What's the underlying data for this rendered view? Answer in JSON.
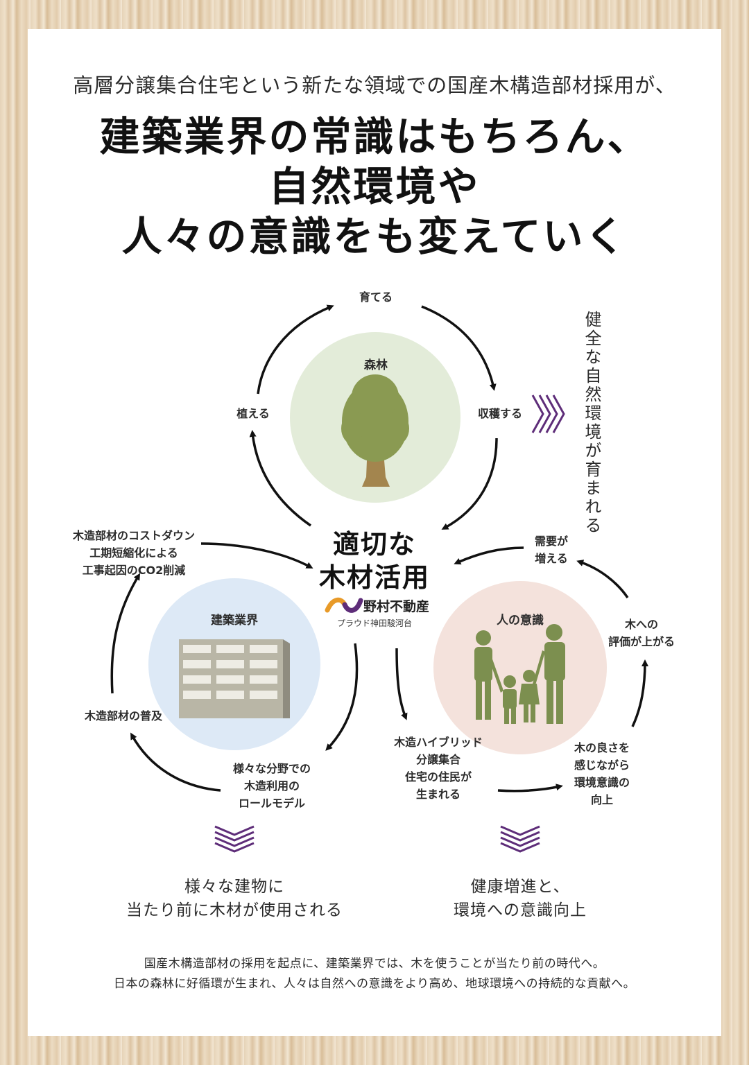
{
  "intro": "高層分譲集合住宅という新たな領域での国産木構造部材採用が、",
  "headline": {
    "line1": "建築業界の常識はもちろん、",
    "line2": "自然環境や",
    "line3": "人々の意識をも変えていく"
  },
  "forest": {
    "title": "森林",
    "label_top": "育てる",
    "label_left": "植える",
    "label_right": "収穫する",
    "side_text": "健全な自然環境が育まれる"
  },
  "center": {
    "line1": "適切な",
    "line2": "木材活用",
    "logo_name": "野村不動産",
    "logo_sub": "プラウド神田駿河台"
  },
  "building": {
    "title": "建築業界",
    "label_top": [
      "木造部材のコストダウン",
      "工期短縮化による",
      "工事起因のCO2削減"
    ],
    "label_left": "木造部材の普及",
    "label_bottom": [
      "様々な分野での",
      "木造利用の",
      "ロールモデル"
    ],
    "result": [
      "様々な建物に",
      "当たり前に木材が使用される"
    ]
  },
  "people": {
    "title": "人の意識",
    "label_top": [
      "需要が",
      "増える"
    ],
    "label_right": [
      "木への",
      "評価が上がる"
    ],
    "label_bottom_right": [
      "木の良さを",
      "感じながら",
      "環境意識の",
      "向上"
    ],
    "label_bottom_left": [
      "木造ハイブリッド",
      "分譲集合",
      "住宅の住民が",
      "生まれる"
    ],
    "result": [
      "健康増進と、",
      "環境への意識向上"
    ]
  },
  "bottom_text": [
    "国産木構造部材の採用を起点に、建築業界では、木を使うことが当たり前の時代へ。",
    "日本の森林に好循環が生まれ、人々は自然への意識をより高め、地球環境への持続的な貢献へ。"
  ],
  "colors": {
    "forest_circle": "#e3ecd9",
    "building_circle": "#dde9f6",
    "people_circle": "#f4e2dc",
    "chevron_purple": "#5e2d79",
    "tree_foliage": "#8a9a52",
    "trunk": "#a3854e",
    "figure_green": "#7c8f4f",
    "building_gray": "#b9b6a6"
  },
  "icons": {
    "tree": "tree-icon",
    "building": "building-icon",
    "family": "family-icon",
    "chevrons": "chevron-right-icon",
    "logo": "wave-logo-icon"
  }
}
